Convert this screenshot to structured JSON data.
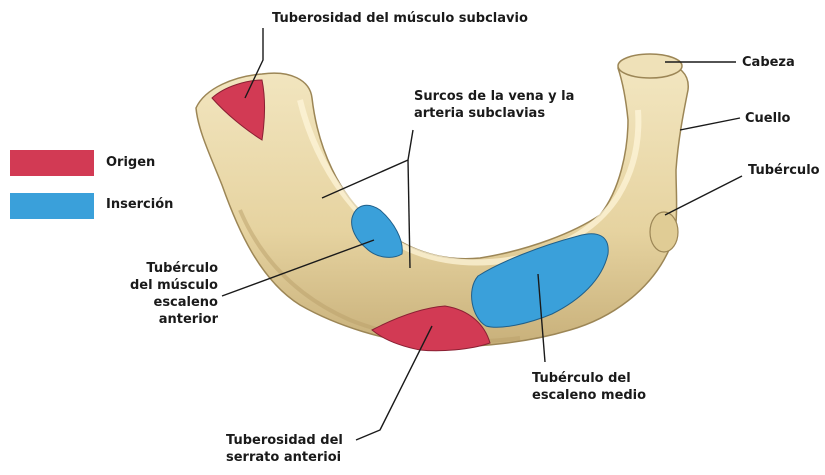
{
  "colors": {
    "origin": "#d23a54",
    "insertion": "#3aa0da",
    "bone": "#e9d8a7",
    "bone_shadow": "#c9b27a"
  },
  "legend": {
    "origin": "Origen",
    "insertion": "Inserción"
  },
  "labels": {
    "subclavius_tuberosity": "Tuberosidad del músculo subclavio",
    "grooves_line1": "Surcos de la vena y la",
    "grooves_line2": "arteria subclavias",
    "head": "Cabeza",
    "neck": "Cuello",
    "tubercle": "Tubérculo",
    "anterior_scalene_line1": "Tubérculo",
    "anterior_scalene_line2": "del músculo",
    "anterior_scalene_line3": "escaleno",
    "anterior_scalene_line4": "anterior",
    "middle_scalene_line1": "Tubérculo del",
    "middle_scalene_line2": "escaleno medio",
    "serratus_line1": "Tuberosidad del",
    "serratus_line2": "serrato anterioi"
  }
}
